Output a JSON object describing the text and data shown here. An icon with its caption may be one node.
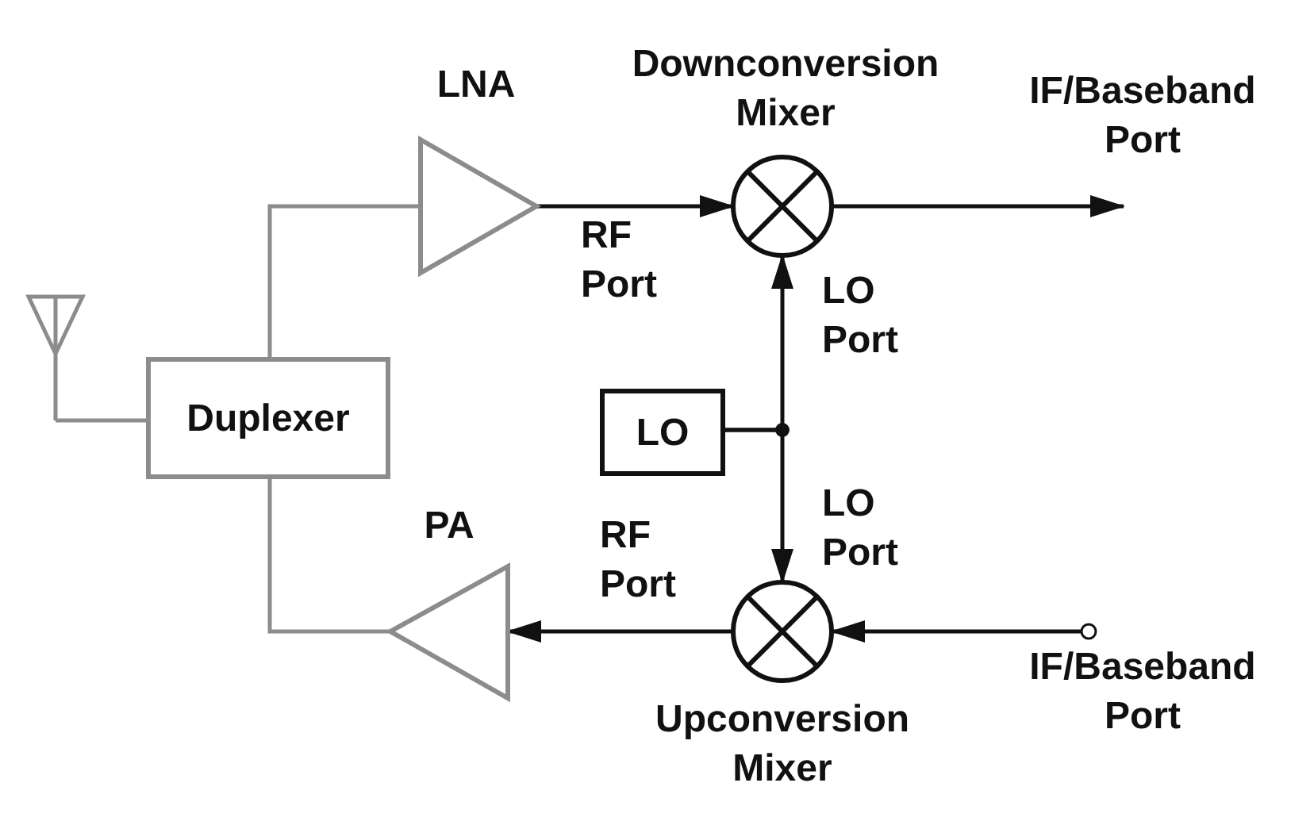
{
  "diagram": {
    "nodes": [
      {
        "text": [],
        "shape": "antenna"
      },
      {
        "text": [
          "Duplexer"
        ]
      },
      {
        "text": [
          "LNA"
        ]
      },
      {
        "text": [
          "Downconversion Mixer"
        ]
      },
      {
        "text": [
          "LO"
        ]
      },
      {
        "text": [
          "Upconversion Mixer"
        ]
      },
      {
        "text": [
          "PA"
        ]
      },
      {
        "text": [],
        "shape": "circle",
        "beside": [
          "IF/Baseband Port"
        ]
      }
    ],
    "edges": [
      {
        "from": 0,
        "to": 1,
        "arrow": "none",
        "color": "#8c8c8c"
      },
      {
        "from": 1,
        "to": 2,
        "arrow": "none",
        "color": "#8c8c8c"
      },
      {
        "from": 2,
        "to": 3,
        "arrow": "to",
        "label": "RF Port"
      },
      {
        "from": 3,
        "to": null,
        "arrow": "to"
      },
      {
        "from": 4,
        "to": 3,
        "arrow": "to",
        "label": "LO Port"
      },
      {
        "from": 4,
        "to": 5,
        "arrow": "to",
        "label": "LO Port"
      },
      {
        "from": 7,
        "to": 5,
        "arrow": "to"
      },
      {
        "from": 5,
        "to": 6,
        "arrow": "to",
        "label": "RF Port"
      },
      {
        "from": 6,
        "to": 1,
        "arrow": "none",
        "color": "#8c8c8c"
      }
    ],
    "labels": [
      "IF/Baseband Port"
    ]
  }
}
